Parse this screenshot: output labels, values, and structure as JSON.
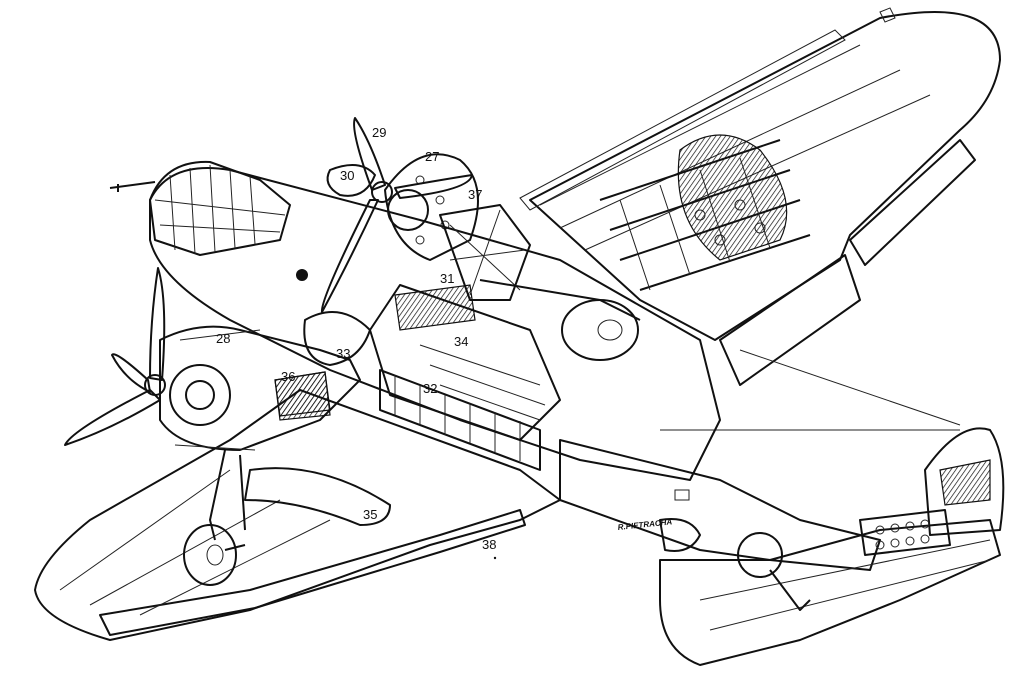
{
  "callouts": {
    "c27": "27",
    "c28": "28",
    "c29": "29",
    "c30": "30",
    "c31": "31",
    "c32": "32",
    "c33": "33",
    "c34": "34",
    "c35": "35",
    "c36": "36",
    "c37": "37",
    "c38": "38"
  },
  "signature": "R.PIETRACHA"
}
